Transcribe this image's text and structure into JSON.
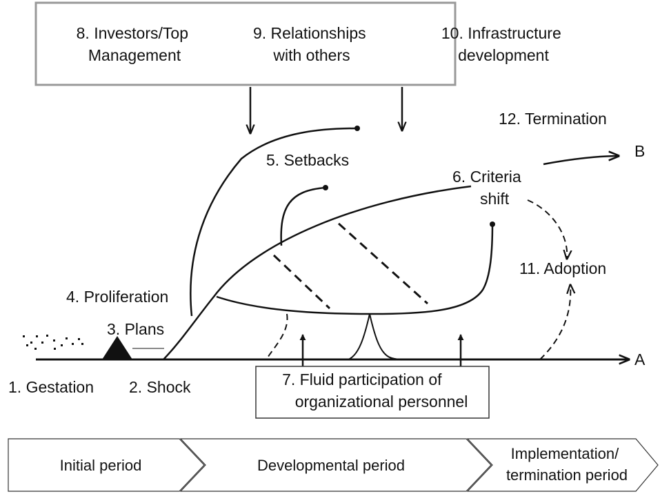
{
  "top_box": {
    "items": [
      {
        "lines": [
          "8.  Investors/Top",
          "Management"
        ]
      },
      {
        "lines": [
          "9.  Relationships",
          "with others"
        ]
      },
      {
        "lines": [
          "10. Infrastructure",
          "development"
        ]
      }
    ]
  },
  "labels": {
    "gestation": "1. Gestation",
    "shock": "2. Shock",
    "plans": "3. Plans",
    "proliferation": "4. Proliferation",
    "setbacks": "5. Setbacks",
    "criteria_shift": [
      "6. Criteria",
      "shift"
    ],
    "adoption": "11. Adoption",
    "termination": "12. Termination",
    "axis_end": "A",
    "termination_end": "B"
  },
  "participation_box": [
    "7. Fluid participation of",
    "organizational personnel"
  ],
  "periods": [
    {
      "lines": [
        "Initial period"
      ]
    },
    {
      "lines": [
        "Developmental period"
      ]
    },
    {
      "lines": [
        "Implementation/",
        "termination period"
      ]
    }
  ],
  "colors": {
    "ink": "#111111",
    "box_border": "#999999",
    "arrow_border": "#333333"
  }
}
